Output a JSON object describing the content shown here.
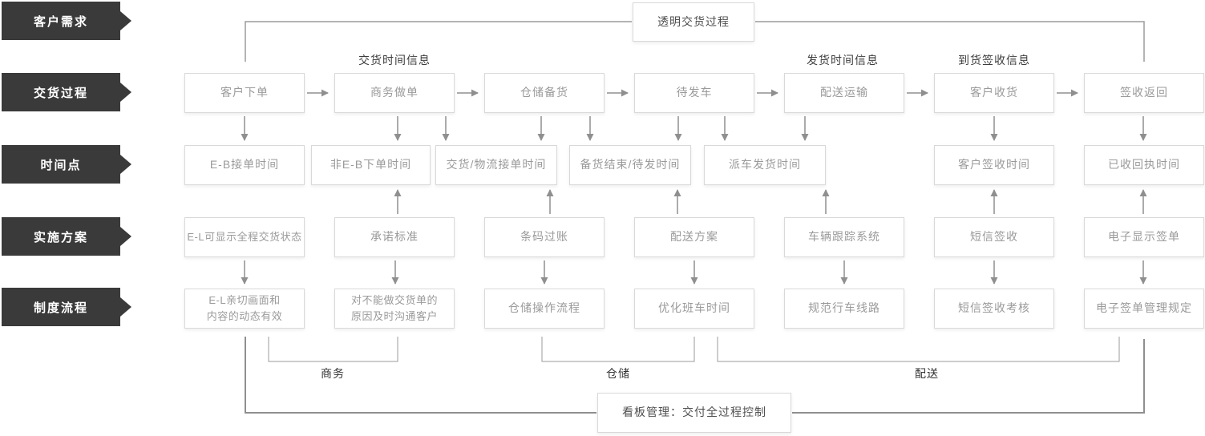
{
  "banners": [
    "客户需求",
    "交货过程",
    "时间点",
    "实施方案",
    "制度流程"
  ],
  "top_box": {
    "label": "透明交货过程"
  },
  "section_labels": [
    "交货时间信息",
    "发货时间信息",
    "到货签收信息"
  ],
  "process_row": [
    "客户下单",
    "商务做单",
    "仓储备货",
    "待发车",
    "配送运输",
    "客户收货",
    "签收返回"
  ],
  "time_row": [
    "E-B接单时间",
    "非E-B下单时间",
    "交货/物流接单时间",
    "备货结束/待发时间",
    "派车发货时间",
    "客户签收时间",
    "已收回执时间"
  ],
  "solution_row": [
    "E-L可显示全程交货状态",
    "承诺标准",
    "条码过账",
    "配送方案",
    "车辆跟踪系统",
    "短信签收",
    "电子显示签单"
  ],
  "policy_row": [
    "E-L亲切画面和\n内容的动态有效",
    "对不能做交货单的\n原因及时沟通客户",
    "仓储操作流程",
    "优化班车时间",
    "规范行车线路",
    "短信签收考核",
    "电子签单管理规定"
  ],
  "group_labels": [
    "商务",
    "仓储",
    "配送"
  ],
  "bottom_box": {
    "label": "看板管理：交付全过程控制"
  },
  "colors": {
    "banner_bg": "#3a3a3a",
    "banner_text": "#ffffff",
    "box_border": "#d9d9d9",
    "box_text": "#9a9a9a",
    "dark_text": "#4f4f4f",
    "label_text": "#3d3d3d",
    "line": "#8f8f8f",
    "background": "#ffffff"
  }
}
